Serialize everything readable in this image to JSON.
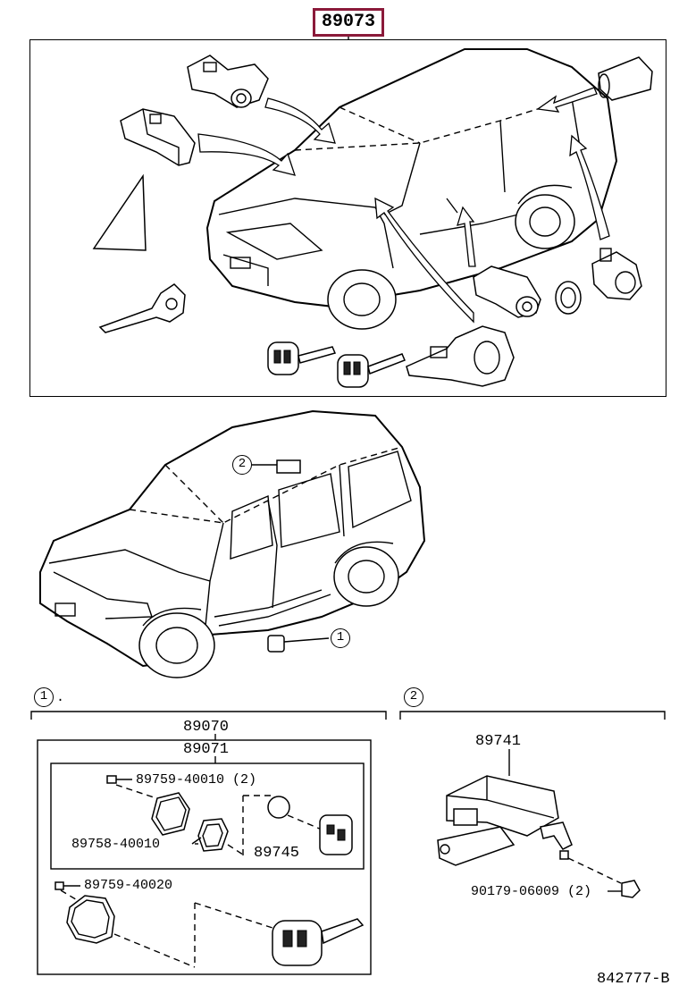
{
  "header": {
    "part_number": "89073"
  },
  "overview": {},
  "vehicle": {
    "callouts": {
      "upper": "2",
      "lower": "1"
    }
  },
  "section1": {
    "marker": "1",
    "assembly": "89070",
    "subassembly": "89071",
    "parts": {
      "screw_a": "89759-40010 (2)",
      "case": "89758-40010",
      "battery": "89745",
      "screw_b": "89759-40020"
    }
  },
  "section2": {
    "marker": "2",
    "receiver": "89741",
    "bolt": "90179-06009 (2)"
  },
  "footer": {
    "drawing_code": "842777-B"
  }
}
